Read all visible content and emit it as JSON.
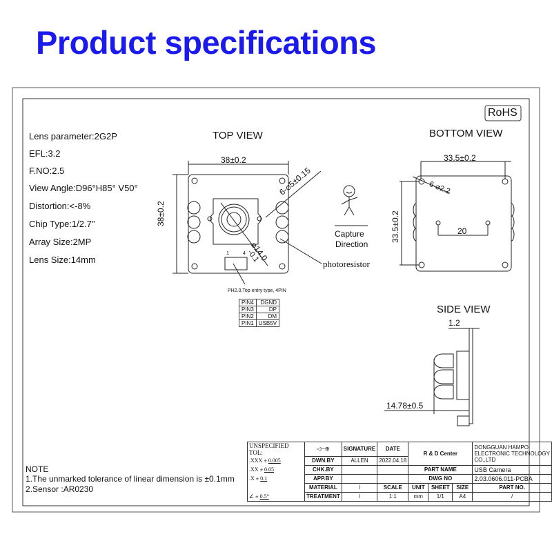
{
  "header": {
    "title": "Product specifications"
  },
  "specs": [
    "Lens parameter:2G2P",
    "EFL:3.2",
    "F.NO:2.5",
    "View Angle:D96°H85° V50°",
    "Distortion:<-8%",
    "Chip Type:1/2.7\"",
    "Array Size:2MP",
    "Lens Size:14mm"
  ],
  "rohs": "RoHS",
  "top_view": {
    "title": "TOP VIEW",
    "width_dim": "38±0.2",
    "height_dim": "38±0.2",
    "hole_dim": "6-⌀5±0.15",
    "lens_dim_a": "⌀14.0",
    "lens_dim_b": "-0.1",
    "connector_pin_left": "1",
    "connector_pin_right": "4",
    "photoresistor": "photoresistor",
    "connector_note": "PH2.0,Top entry type, 4PIN",
    "pins": [
      {
        "pin": "PIN4",
        "signal": "DGND"
      },
      {
        "pin": "PIN3",
        "signal": "DP"
      },
      {
        "pin": "PIN2",
        "signal": "DM"
      },
      {
        "pin": "PIN1",
        "signal": "USB5V"
      }
    ]
  },
  "capture": {
    "line1": "Capture",
    "line2": "Direction"
  },
  "bottom_view": {
    "title": "BOTTOM VIEW",
    "width_dim": "33.5±0.2",
    "height_dim": "33.5±0.2",
    "hole_dim": "6-⌀2.2",
    "center_dim": "20"
  },
  "side_view": {
    "title": "SIDE VIEW",
    "thickness": "1.2",
    "depth": "14.78±0.5"
  },
  "note": {
    "title": "NOTE",
    "line1": "1.The unmarked tolerance of linear dimension is ±0.1mm",
    "line2": "2.Sensor :AR0230"
  },
  "title_block": {
    "unspecified_tol": "UNSPECIFIED TOL:",
    "tolerances": [
      {
        "k": ".XXX",
        "pm": "±",
        "v": "0.005"
      },
      {
        "k": ".XX",
        "pm": "±",
        "v": "0.05"
      },
      {
        "k": ".X",
        "pm": "±",
        "v": "0.1"
      },
      {
        "k": "∠",
        "pm": "±",
        "v": "0.5°"
      }
    ],
    "signature": "SIGNATURE",
    "date": "DATE",
    "rd_center": "R & D Center",
    "company": "DONGGUAN HAMPO ELECTRONIC TECHNOLOGY CO.,LTD",
    "dwn_by": "DWN.BY",
    "dwn_name": "ALLEN",
    "dwn_date": "2022.04.18",
    "chk_by": "CHK.BY",
    "part_name_label": "PART NAME",
    "part_name": "USB  Camera",
    "app_by": "APP.BY",
    "dwg_no_label": "DWG NO",
    "dwg_no": "2.03.0606.011-PCBA",
    "material": "MATERIAL",
    "material_val": "/",
    "scale": "SCALE",
    "unit": "UNIT",
    "sheet": "SHEET",
    "size": "SIZE",
    "part_no": "PART NO.",
    "treatment": "TREATMENT",
    "treatment_val": "/",
    "scale_val": "1:1",
    "unit_val": "mm",
    "sheet_val": "1/1",
    "size_val": "A4",
    "part_no_val": "/"
  }
}
